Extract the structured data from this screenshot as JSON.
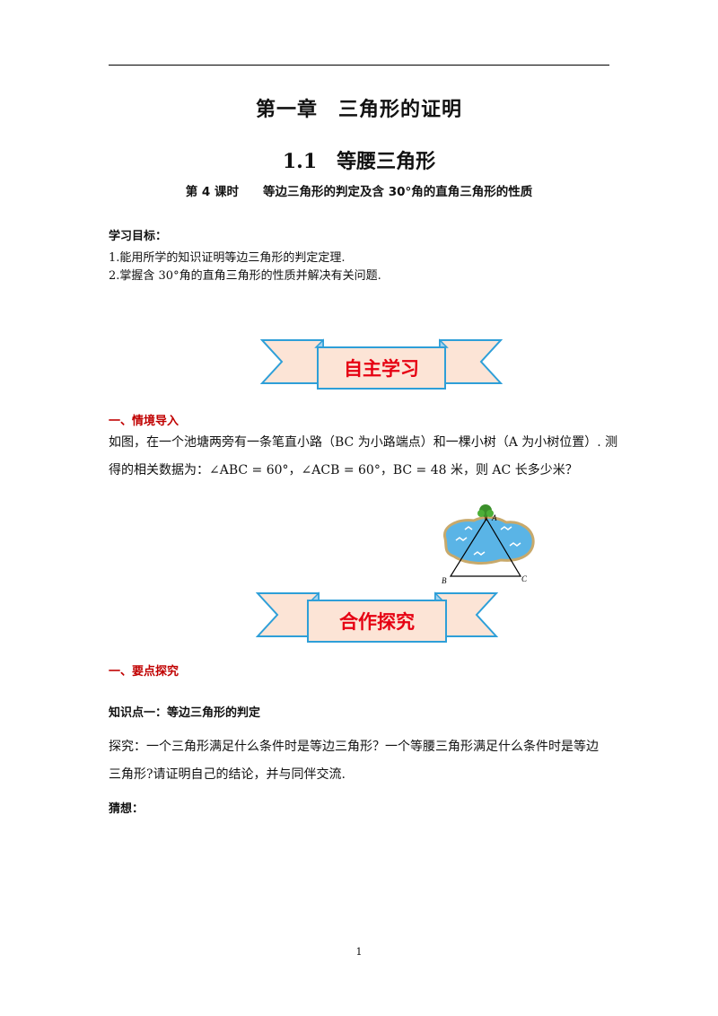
{
  "chapter_title": "第一章　三角形的证明",
  "section_title": "1.1　等腰三角形",
  "lesson_title": "第 4 课时　　等边三角形的判定及含  30°角的直角三角形的性质",
  "objectives": {
    "heading": "学习目标：",
    "items": [
      "1.能用所学的知识证明等边三角形的判定定理.",
      "2.掌握含 30°角的直角三角形的性质并解决有关问题."
    ]
  },
  "banners": {
    "self_study": "自主学习",
    "cooperative": "合作探究"
  },
  "intro": {
    "heading": "一、情境导入",
    "line1": "如图，在一个池塘两旁有一条笔直小路（BC 为小路端点）和一棵小树（A 为小树位置）. 测",
    "line2": "得的相关数据为：∠ABC = 60°，∠ACB = 60°，BC = 48 米，则 AC 长多少米？"
  },
  "figure": {
    "label_a": "A",
    "label_b": "B",
    "label_c": "C"
  },
  "key_points": {
    "heading": "一、要点探究",
    "knowledge_heading": "知识点一：等边三角形的判定",
    "explore_line1": "探究：一个三角形满足什么条件时是等边三角形？一个等腰三角形满足什么条件时是等边",
    "explore_line2": "三角形?请证明自己的结论，并与同伴交流.",
    "guess_heading": "猜想："
  },
  "page_number": "1",
  "colors": {
    "banner_fill": "#fce4d6",
    "banner_stroke": "#2e9fd8",
    "banner_text": "#e60012",
    "heading_red": "#c00000",
    "pond_blue": "#5ab4e6"
  }
}
